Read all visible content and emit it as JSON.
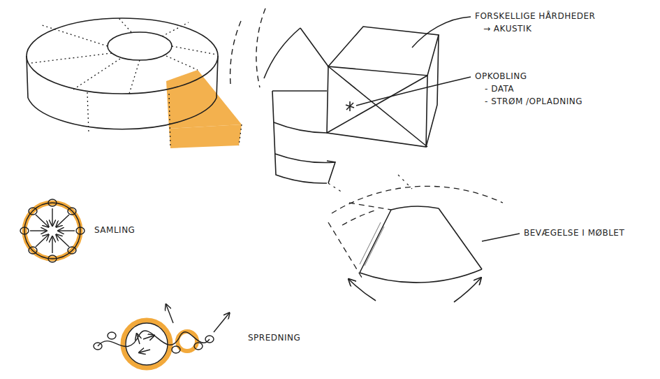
{
  "diagram": {
    "labels": [
      "FORSKELLIGE HÅRDHEDER",
      "→ AKUSTIK",
      "OPKOBLING",
      "- DATA",
      "- STRØM /OPLADNING",
      "BEVÆGELSE I MØBLET",
      "SAMLING",
      "SPREDNING"
    ]
  }
}
